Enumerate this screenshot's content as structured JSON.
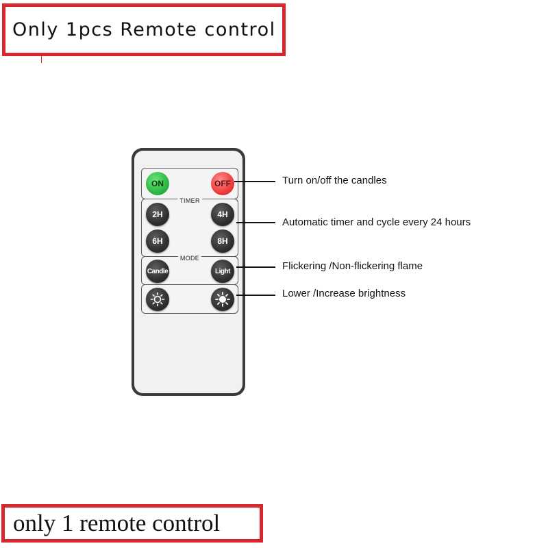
{
  "banners": {
    "top": "Only 1pcs Remote control",
    "bottom": "only 1 remote control"
  },
  "remote": {
    "power": {
      "on_label": "ON",
      "off_label": "OFF",
      "on_color": "#2eb843",
      "off_color": "#ee3d3d"
    },
    "timer": {
      "label": "TIMER",
      "buttons": [
        "2H",
        "4H",
        "6H",
        "8H"
      ]
    },
    "mode": {
      "label": "MODE",
      "buttons": [
        "Candle",
        "Light"
      ]
    },
    "brightness": {
      "lower_icon": "sun-outline-icon",
      "increase_icon": "sun-filled-icon"
    }
  },
  "callouts": [
    "Turn on/off the candles",
    "Automatic timer and cycle every 24 hours",
    "Flickering /Non-flickering flame",
    "Lower /Increase brightness"
  ],
  "colors": {
    "banner_border": "#d8262c",
    "remote_body": "#3a3a3a"
  }
}
